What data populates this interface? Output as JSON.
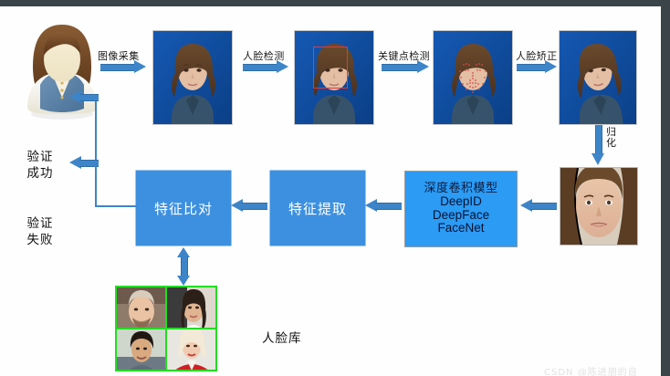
{
  "meta": {
    "colors": {
      "arrow_blue": "#3d85c8",
      "box_blue": "#3d90df",
      "model_blue": "#2b9bf4",
      "library_green": "#22dd22",
      "chrome_dark": "#3b4449",
      "photo_bg_blue": "#0c4a9e",
      "detect_box_red": "#e03a3a"
    }
  },
  "pipeline": {
    "steps": [
      {
        "label": "图像采集",
        "name": "image-acquisition"
      },
      {
        "label": "人脸检测",
        "name": "face-detection"
      },
      {
        "label": "关键点检测",
        "name": "landmark-detection"
      },
      {
        "label": "人脸矫正",
        "name": "face-alignment"
      }
    ],
    "normalize_label": "归化"
  },
  "boxes": {
    "feature_compare": "特征比对",
    "feature_extract": "特征提取",
    "model": {
      "title": "深度卷积模型",
      "nets": [
        "DeepID",
        "DeepFace",
        "FaceNet"
      ]
    }
  },
  "results": {
    "success": "验证\n成功",
    "success_line1": "验证",
    "success_line2": "成功",
    "fail_line1": "验证",
    "fail_line2": "失败"
  },
  "library": {
    "label": "人脸库",
    "faces": [
      {
        "name": "library-face-1"
      },
      {
        "name": "library-face-2"
      },
      {
        "name": "library-face-3"
      },
      {
        "name": "library-face-4"
      }
    ]
  },
  "watermark": {
    "text": "CSDN @陈进朋的自"
  }
}
